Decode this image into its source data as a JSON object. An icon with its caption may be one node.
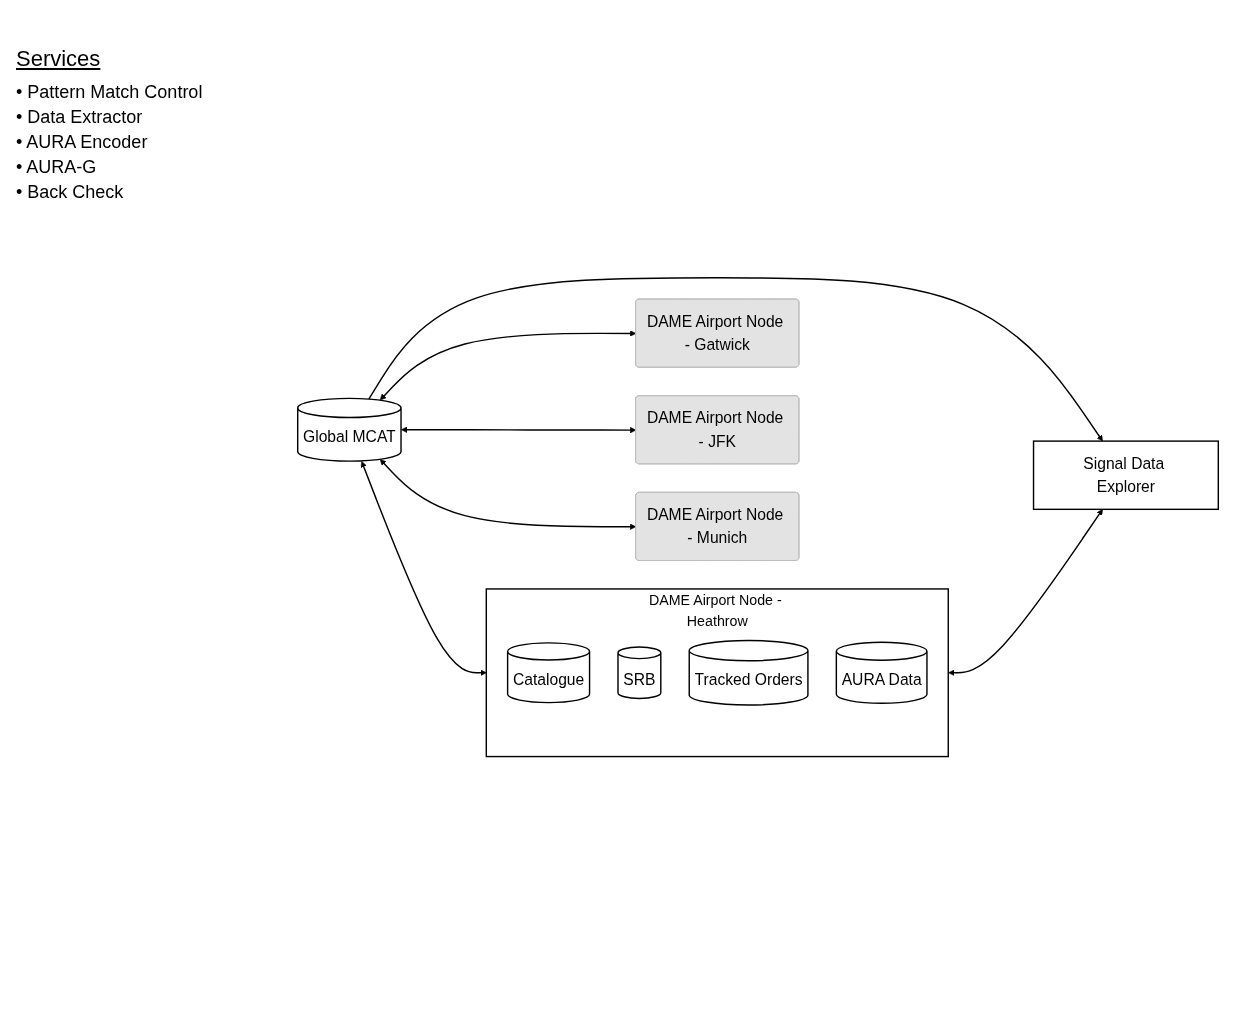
{
  "diagram": {
    "nodes": [
      {
        "text": [
          "DAME Airport Node - Gatwick"
        ]
      },
      {
        "text": [
          "DAME Airport Node - JFK"
        ]
      },
      {
        "text": [
          "DAME Airport Node - Munich"
        ]
      },
      {
        "text": [
          "DAME Airport Node - Heathrow"
        ]
      },
      {
        "text": [
          "Catalogue"
        ],
        "in": 3
      },
      {
        "text": [
          "SRB"
        ],
        "in": 3
      },
      {
        "text": [
          "Tracked Orders"
        ],
        "in": 3
      },
      {
        "text": [
          "AURA Data"
        ],
        "in": 3
      },
      {
        "text": [
          "Global MCAT"
        ]
      },
      {
        "text": [
          "Signal Data Explorer"
        ]
      }
    ],
    "edges": [
      {
        "from": 8,
        "to": 0,
        "arrow": "both"
      },
      {
        "from": 8,
        "to": 1,
        "arrow": "both"
      },
      {
        "from": 8,
        "to": 2,
        "arrow": "both"
      },
      {
        "from": 8,
        "to": 3,
        "arrow": "both"
      },
      {
        "from": 8,
        "to": 9,
        "arrow": "to"
      },
      {
        "from": 3,
        "to": 9,
        "arrow": "both"
      }
    ],
    "labels": [
      "Services",
      "• Pattern Match Control",
      "• Data Extractor",
      "• AURA Encoder",
      "• AURA-G",
      "• Back Check"
    ]
  }
}
